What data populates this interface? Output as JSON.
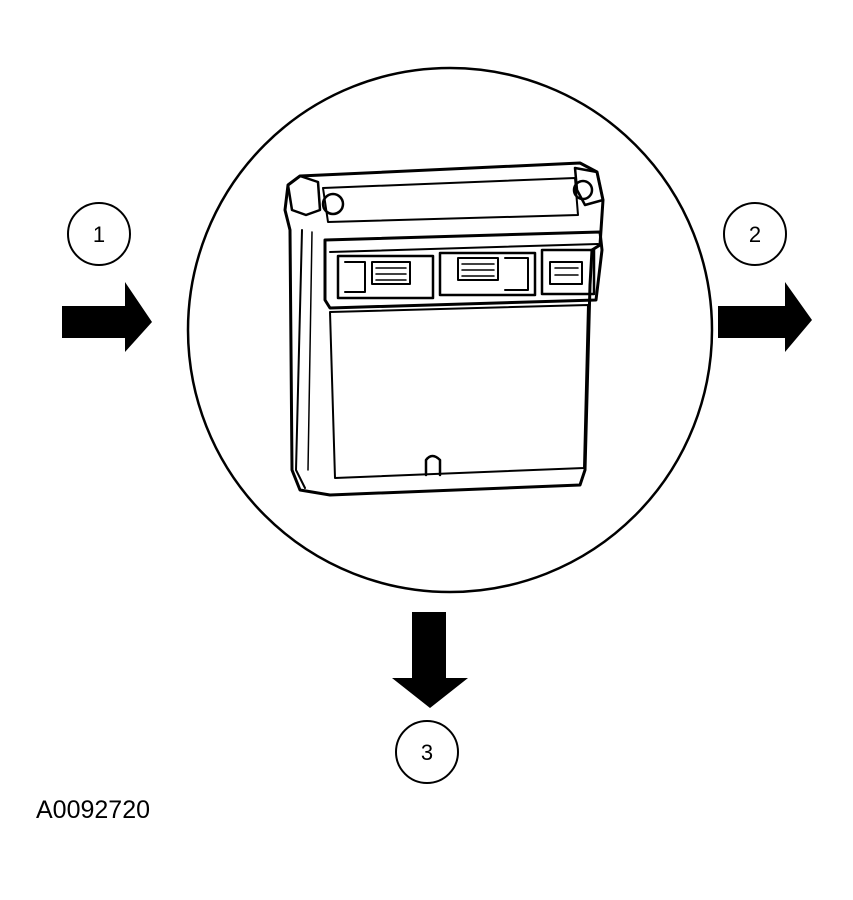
{
  "diagram": {
    "callouts": [
      {
        "id": "1",
        "label": "1"
      },
      {
        "id": "2",
        "label": "2"
      },
      {
        "id": "3",
        "label": "3"
      }
    ],
    "figure_id": "A0092720",
    "colors": {
      "line": "#000000",
      "background": "#ffffff",
      "arrow": "#000000"
    }
  }
}
